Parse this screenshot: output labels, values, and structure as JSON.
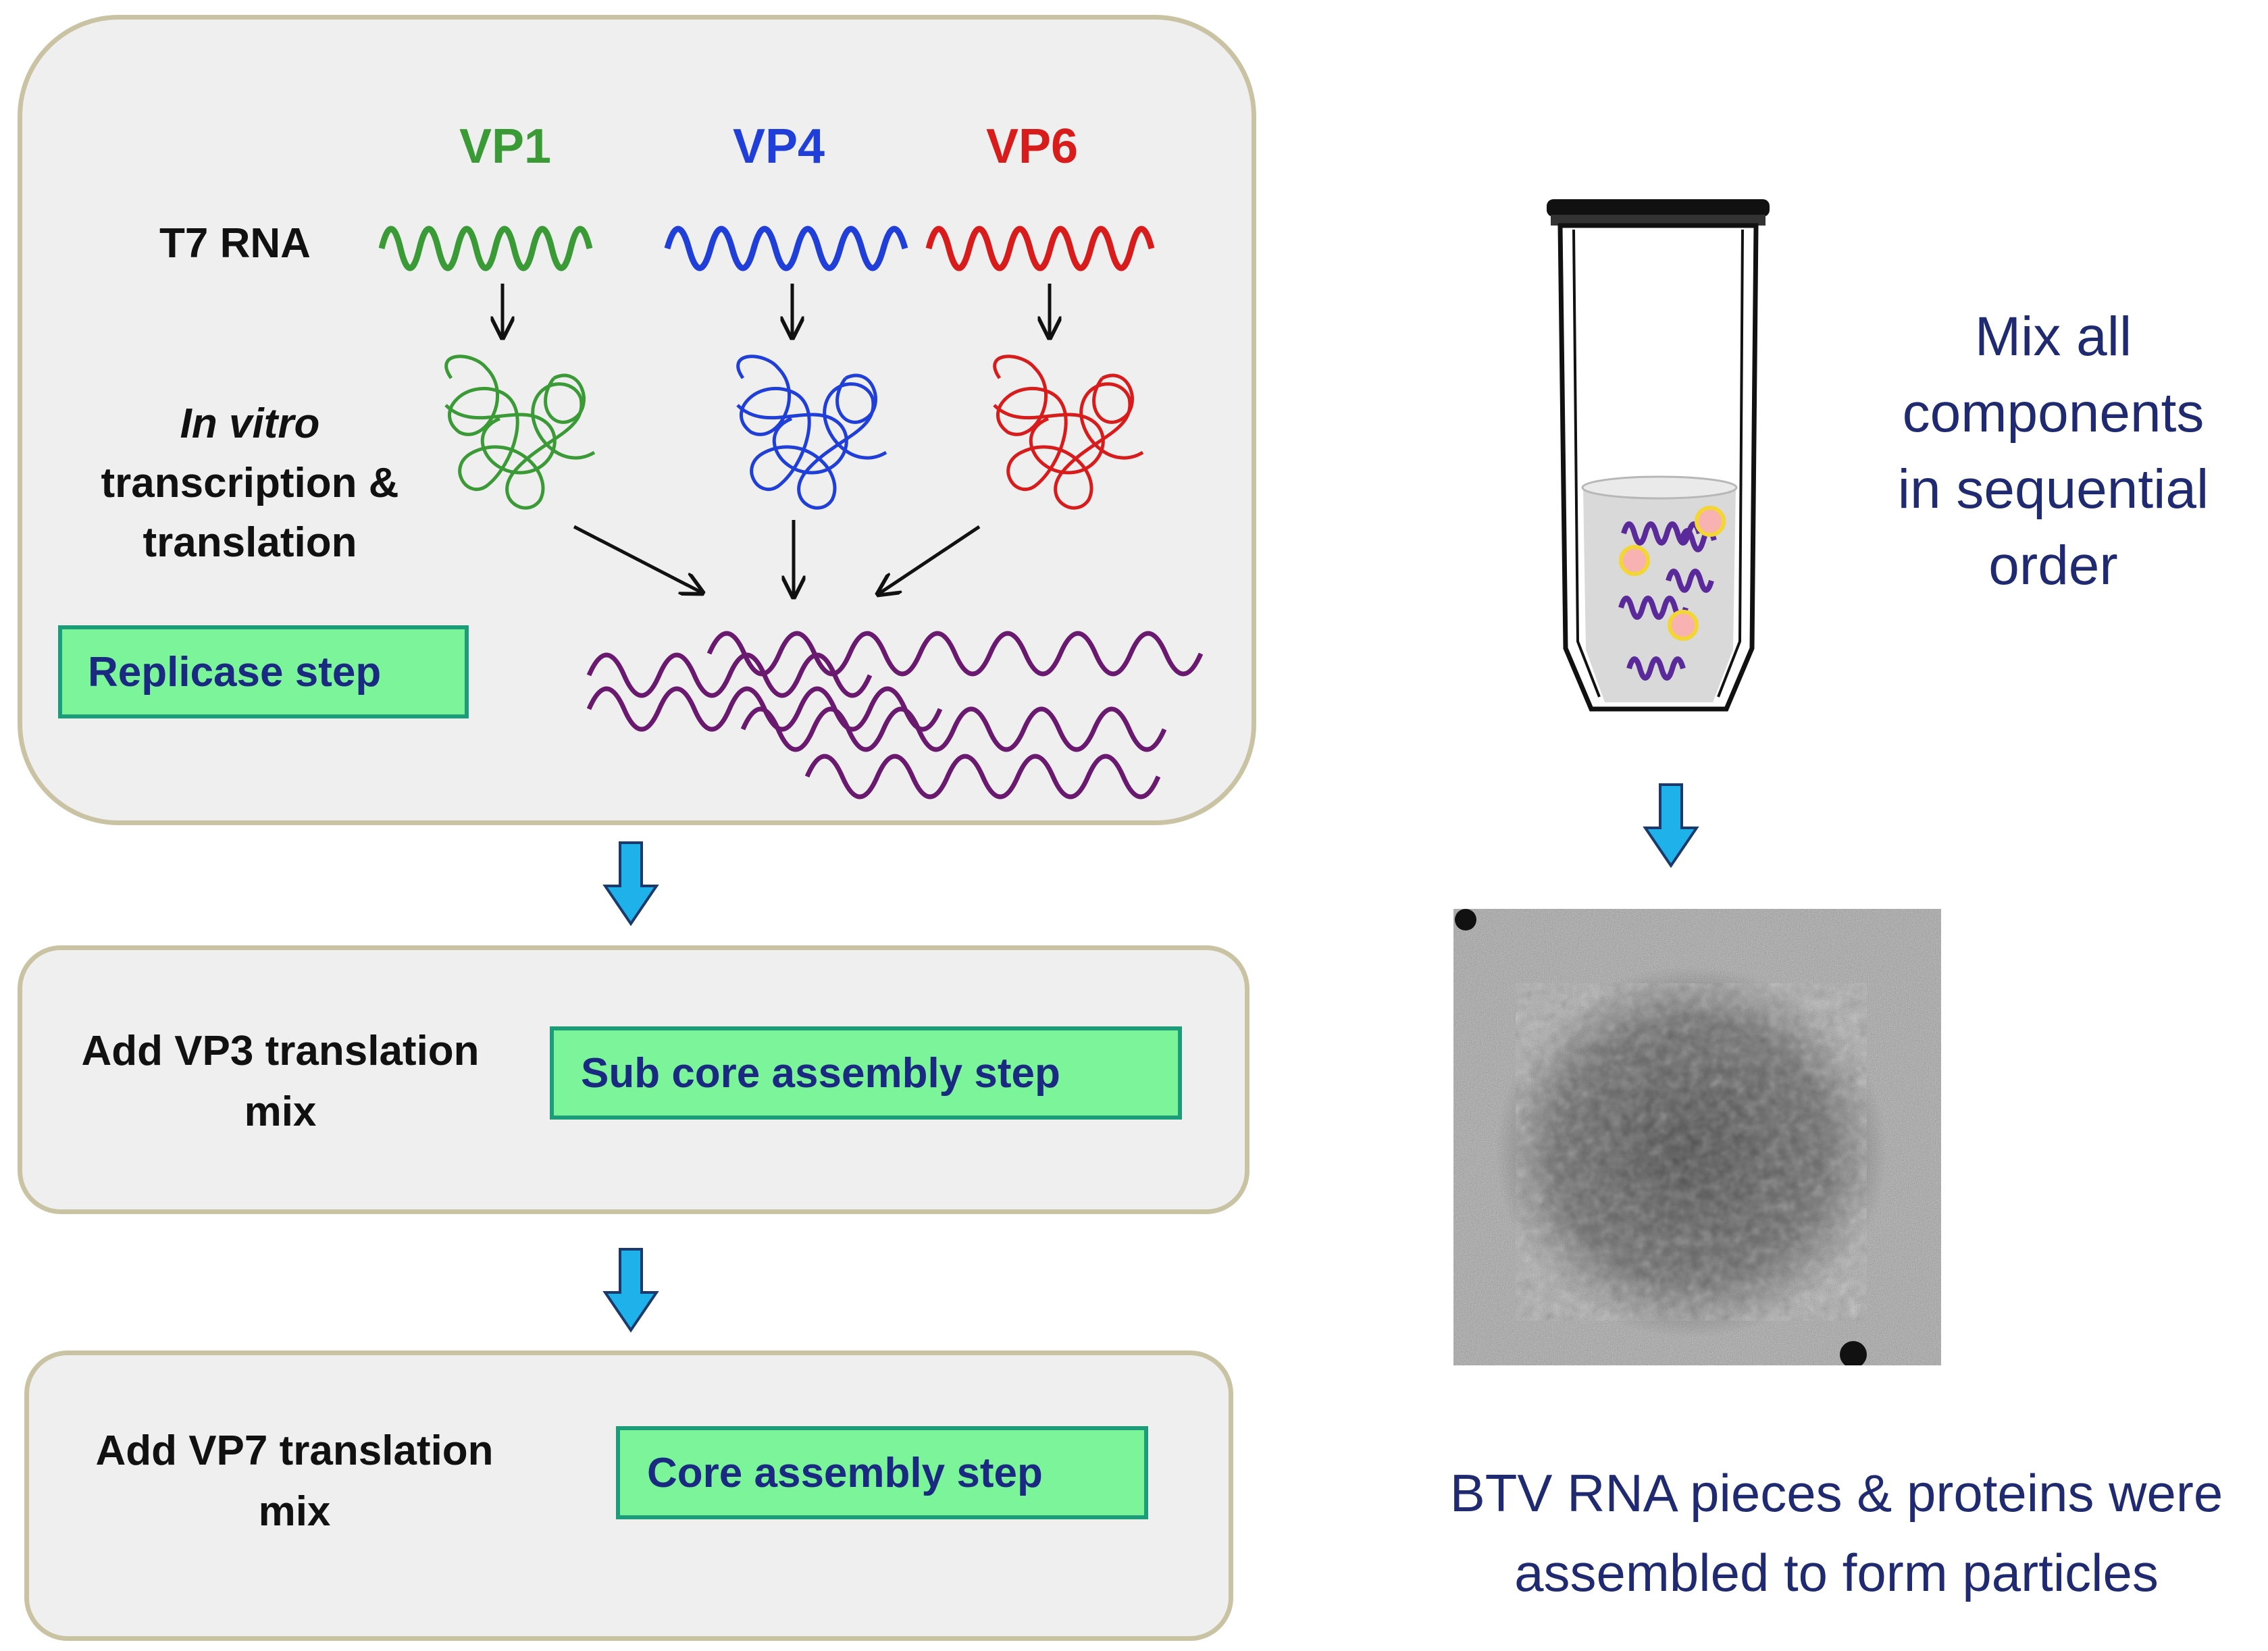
{
  "replicase_panel": {
    "vp_labels": [
      {
        "text": "VP1",
        "color": "#3a9a35"
      },
      {
        "text": "VP4",
        "color": "#1f3fd8"
      },
      {
        "text": "VP6",
        "color": "#d81c1c"
      }
    ],
    "rna_label": "T7 RNA",
    "process_label_italic": "In vitro",
    "process_label_line2": "transcription &",
    "process_label_line3": "translation",
    "step_label": "Replicase step",
    "rna_strand_color": "#6a1a6e"
  },
  "subcore_panel": {
    "text_line1": "Add VP3 translation",
    "text_line2": "mix",
    "step_label": "Sub core assembly step"
  },
  "core_panel": {
    "text_line1": "Add VP7 translation",
    "text_line2": "mix",
    "step_label": "Core assembly step"
  },
  "right": {
    "mix_text_lines": [
      "Mix all",
      "components",
      "in sequential",
      "order"
    ],
    "result_text_lines": [
      "BTV RNA pieces & proteins were",
      "assembled to form particles"
    ]
  },
  "colors": {
    "panel_bg": "#efefef",
    "panel_border": "#c9c3a4",
    "step_box_fill": "#7cf59a",
    "step_box_border": "#1c9c78",
    "flow_arrow": "#1eb1ea",
    "text_navy": "#1f2a70"
  },
  "icons": [
    "flow-arrow-icon",
    "test-tube-icon",
    "micrograph-image"
  ]
}
